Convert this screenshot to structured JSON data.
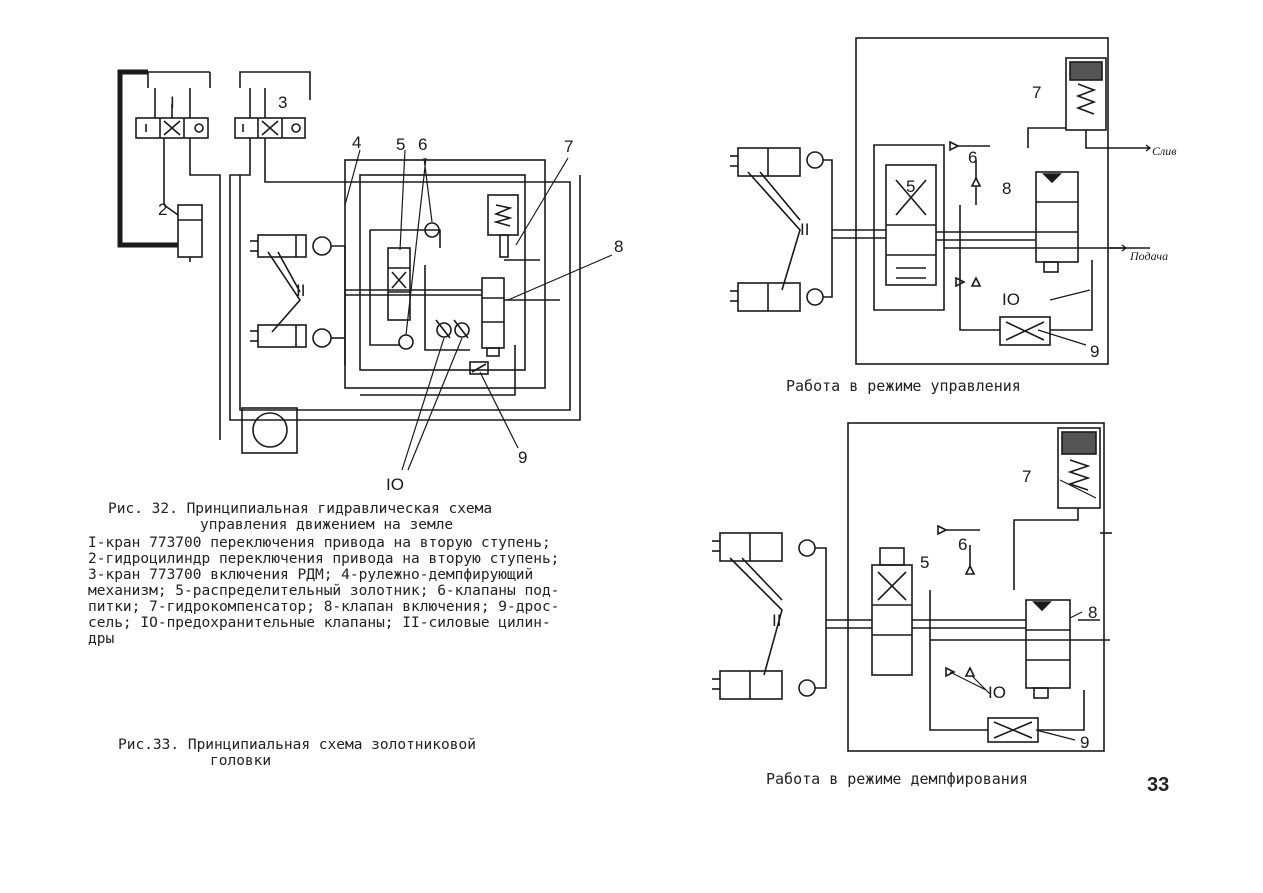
{
  "fig32": {
    "labels": {
      "n1": "I",
      "n2": "2",
      "n3": "3",
      "n4": "4",
      "n5": "5",
      "n6": "6",
      "n7": "7",
      "n8": "8",
      "n9": "9",
      "n10": "IO",
      "n11": "II"
    },
    "caption_title_1": "Рис. 32. Принципиальная гидравлическая схема",
    "caption_title_2": "управления движением на земле",
    "legend": [
      "I-кран 773700 переключения привода на вторую ступень;",
      "2-гидроцилиндр переключения привода на вторую ступень;",
      "3-кран 773700 включения РДМ; 4-рулежно-демпфирующий",
      "механизм; 5-распределительный золотник; 6-клапаны под-",
      "питки; 7-гидрокомпенсатор; 8-клапан включения; 9-дрос-",
      "сель; IO-предохранительные клапаны; II-силовые цилин-",
      "дры"
    ]
  },
  "fig33": {
    "caption_1": "Рис.33. Принципиальная схема золотниковой",
    "caption_2": "головки",
    "top": {
      "labels": {
        "n5": "5",
        "n6": "6",
        "n7": "7",
        "n8": "8",
        "n9": "9",
        "n10": "IO",
        "n11": "II"
      },
      "slив": "Слив",
      "podacha": "Подача",
      "mode_caption": "Работа в режиме управления"
    },
    "bottom": {
      "labels": {
        "n5": "5",
        "n6": "6",
        "n7": "7",
        "n8": "8",
        "n9": "9",
        "n10": "IO",
        "n11": "II"
      },
      "mode_caption": "Работа в режиме демпфирования"
    }
  },
  "page_number": "33"
}
